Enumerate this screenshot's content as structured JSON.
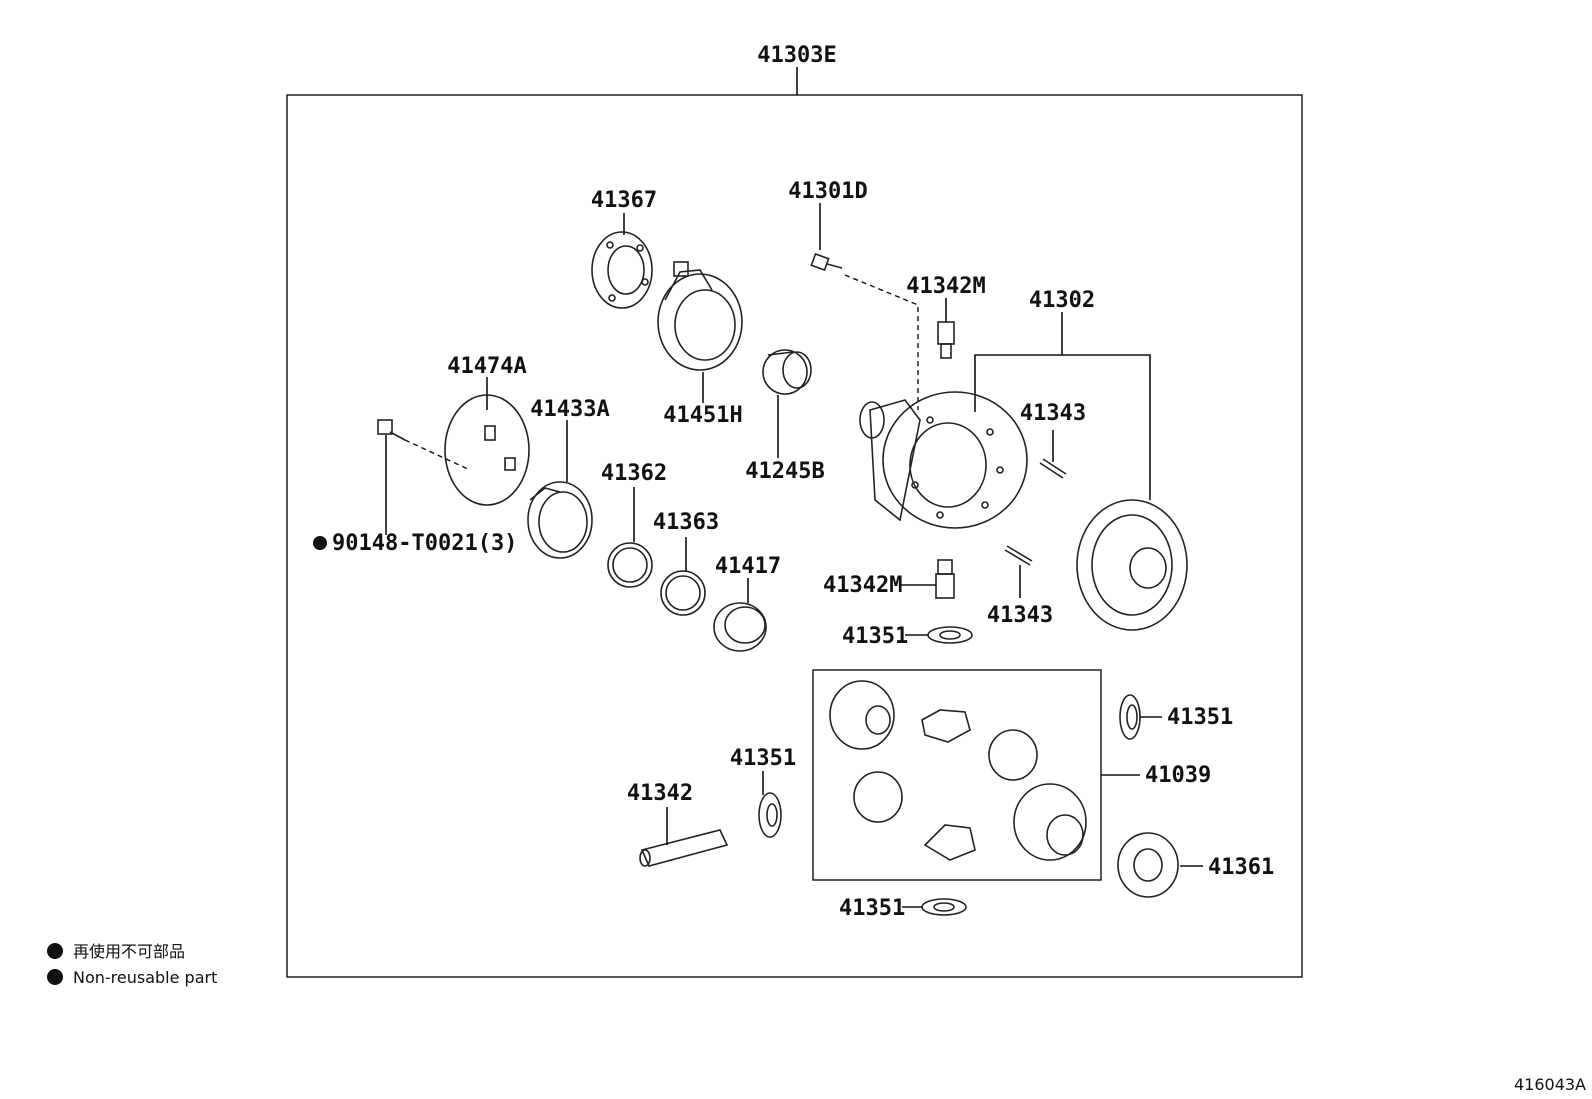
{
  "assembly_label": "41303E",
  "figure_id": "416043A",
  "callouts": {
    "c41367": "41367",
    "c41301D": "41301D",
    "c41342M_top": "41342M",
    "c41302": "41302",
    "c41474A": "41474A",
    "c41433A": "41433A",
    "c41451H": "41451H",
    "c41245B": "41245B",
    "c41343_top": "41343",
    "c41362": "41362",
    "c41363": "41363",
    "c41417": "41417",
    "c41342M_mid": "41342M",
    "c41343_mid": "41343",
    "c41351_a": "41351",
    "c41351_b": "41351",
    "c41039": "41039",
    "c41342": "41342",
    "c41351_c": "41351",
    "c41361": "41361",
    "c41351_d": "41351",
    "c90148": "90148-T0021(3)"
  },
  "legend": {
    "line1": "再使用不可部品",
    "line2": "Non-reusable part"
  },
  "icons": {
    "nonreusable_marker": "filled-circle-icon"
  }
}
